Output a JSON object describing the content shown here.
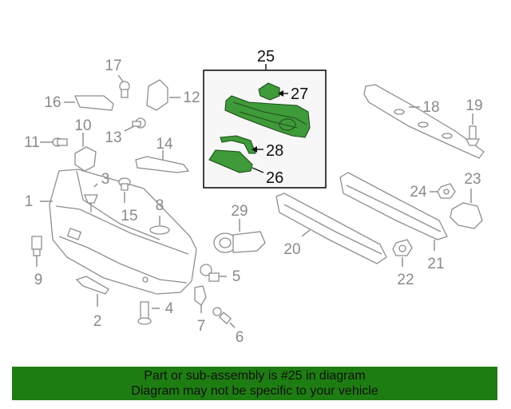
{
  "callouts": {
    "c1": "1",
    "c2": "2",
    "c3": "3",
    "c4": "4",
    "c5": "5",
    "c6": "6",
    "c7": "7",
    "c8": "8",
    "c9": "9",
    "c10": "10",
    "c11": "11",
    "c12": "12",
    "c13": "13",
    "c14": "14",
    "c15": "15",
    "c16": "16",
    "c17": "17",
    "c18": "18",
    "c19": "19",
    "c20": "20",
    "c21": "21",
    "c22": "22",
    "c23": "23",
    "c24": "24",
    "c25": "25",
    "c26": "26",
    "c27": "27",
    "c28": "28",
    "c29": "29"
  },
  "highlight": {
    "fill": "#3f9a3a",
    "box_fill": "#f7f7f7"
  },
  "banner": {
    "line1": "Part or sub-assembly is #25 in diagram",
    "line2": "Diagram may not be specific to your vehicle",
    "color": "#1e7d12"
  }
}
